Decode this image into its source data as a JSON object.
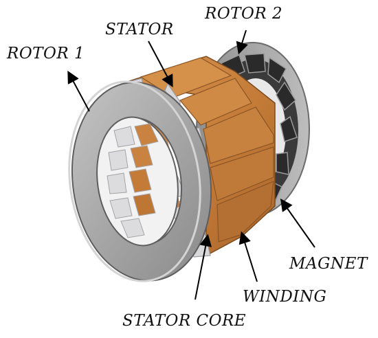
{
  "labels": {
    "rotor1": "ROTOR 1",
    "stator": "STATOR",
    "rotor2": "ROTOR 2",
    "magnet": "MAGNET",
    "winding": "WINDING",
    "stator_core": "STATOR CORE"
  },
  "colors": {
    "winding": "#c9823f",
    "winding_dark": "#9c5f26",
    "rotor_disk": "#a9a9a9",
    "rotor_disk_dark": "#6d6d6d",
    "core_teeth": "#d7d7d9",
    "magnet": "#2b2b2b",
    "arrow": "#000000"
  }
}
